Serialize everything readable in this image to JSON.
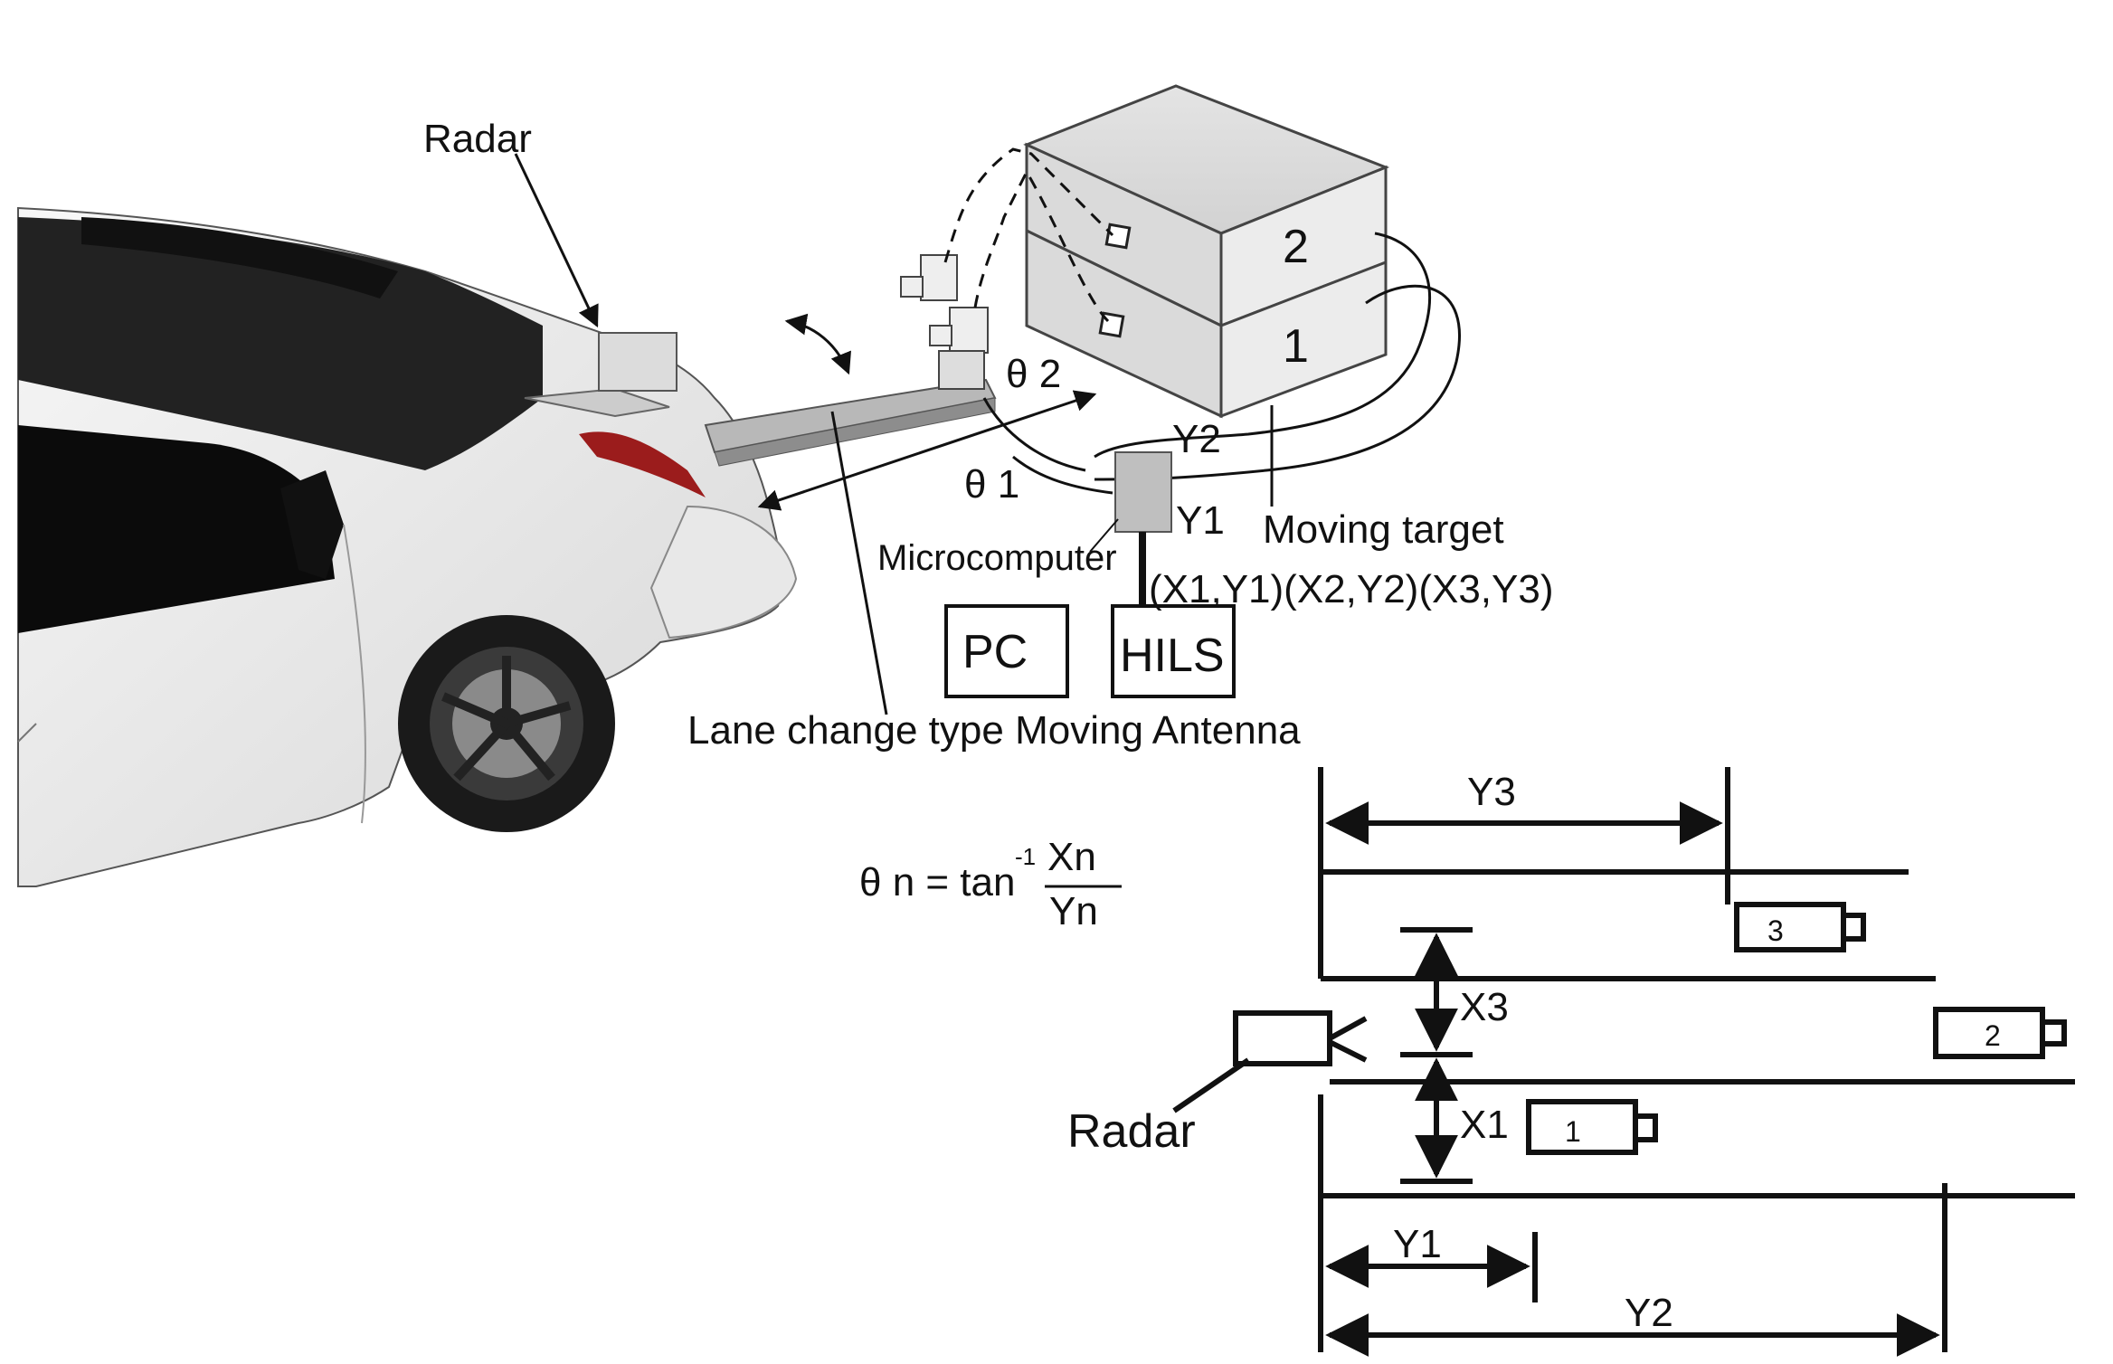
{
  "labels": {
    "radar_top": "Radar",
    "theta2": "θ 2",
    "theta1": "θ 1",
    "y2_small": "Y2",
    "y1_small": "Y1",
    "moving_target": "Moving target",
    "microcomputer": "Microcomputer",
    "coords": "(X1,Y1)(X2,Y2)(X3,Y3)",
    "pc": "PC",
    "hils": "HILS",
    "antenna": "Lane change type Moving Antenna",
    "radar_bottom": "Radar"
  },
  "box": {
    "upper_label": "2",
    "lower_label": "1"
  },
  "formula": {
    "lhs": "θ n = tan",
    "exp": "-1",
    "num": "Xn",
    "den": "Yn"
  },
  "dimensions": {
    "y3": "Y3",
    "x3": "X3",
    "x1": "X1",
    "y1": "Y1",
    "y2": "Y2"
  },
  "targets": {
    "t3": "3",
    "t2": "2",
    "t1": "1"
  }
}
